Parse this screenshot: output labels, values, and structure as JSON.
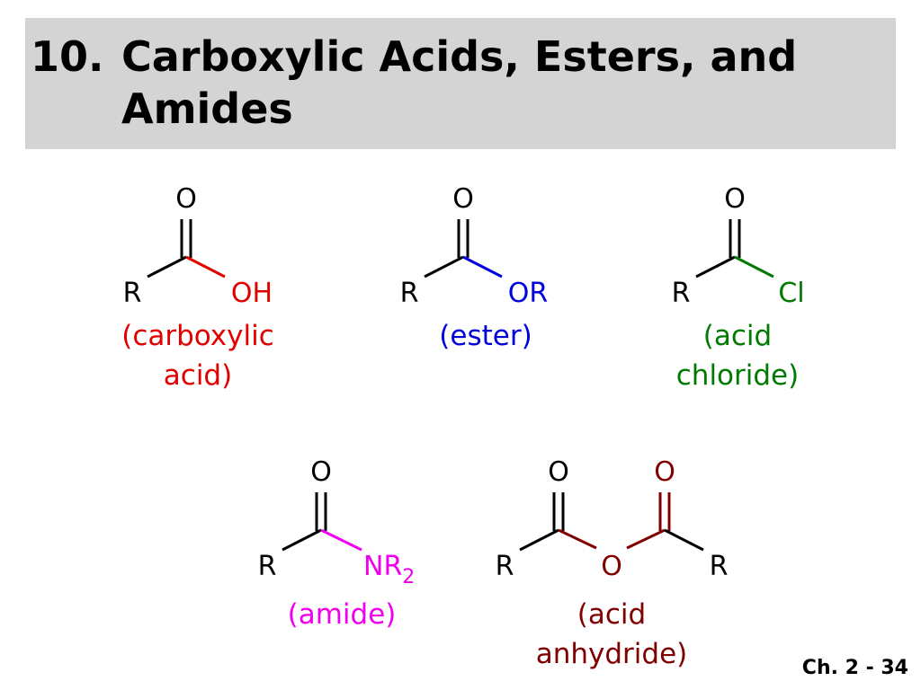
{
  "slide": {
    "title_number": "10.",
    "title_text": "Carboxylic Acids, Esters, and Amides",
    "footer": "Ch. 2 - 34"
  },
  "atoms": {
    "R": "R",
    "O": "O",
    "OH": "OH",
    "OR": "OR",
    "Cl": "Cl",
    "NR": "NR",
    "NR_subscript": "2"
  },
  "groups": {
    "carboxylic_acid": {
      "caption_line1": "(carboxylic",
      "caption_line2": "acid)",
      "color": "#e00000"
    },
    "ester": {
      "caption_line1": "(ester)",
      "color": "#0000dd"
    },
    "acid_chloride": {
      "caption_line1": "(acid",
      "caption_line2": "chloride)",
      "color": "#007a00"
    },
    "amide": {
      "caption_line1": "(amide)",
      "color": "#ee00ee"
    },
    "acid_anhydride": {
      "caption_line1": "(acid",
      "caption_line2": "anhydride)",
      "color": "#800000"
    }
  }
}
